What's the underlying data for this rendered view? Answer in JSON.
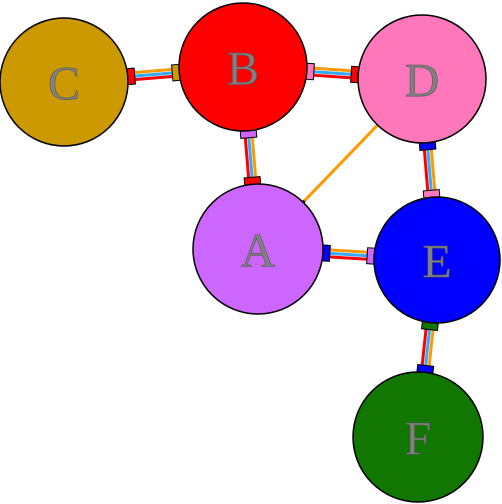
{
  "nodes": [
    {
      "id": "A",
      "label": "A",
      "color": "#cc66ff"
    },
    {
      "id": "B",
      "label": "B",
      "color": "#ff0000"
    },
    {
      "id": "C",
      "label": "C",
      "color": "#cc9900"
    },
    {
      "id": "D",
      "label": "D",
      "color": "#ff77bb"
    },
    {
      "id": "E",
      "label": "E",
      "color": "#0000ff"
    },
    {
      "id": "F",
      "label": "F",
      "color": "#117700"
    }
  ],
  "edges": [
    {
      "from": "C",
      "to": "B",
      "style": "triple",
      "from_tab_color": "#ff0000",
      "to_tab_color": "#cc9900"
    },
    {
      "from": "B",
      "to": "D",
      "style": "triple",
      "from_tab_color": "#ff77bb",
      "to_tab_color": "#ff0000"
    },
    {
      "from": "B",
      "to": "A",
      "style": "triple",
      "from_tab_color": "#cc66ff",
      "to_tab_color": "#ff0000"
    },
    {
      "from": "D",
      "to": "A",
      "style": "single",
      "color": "#ff9900"
    },
    {
      "from": "D",
      "to": "E",
      "style": "triple",
      "from_tab_color": "#0000ff",
      "to_tab_color": "#ff77bb"
    },
    {
      "from": "A",
      "to": "E",
      "style": "triple",
      "from_tab_color": "#0000ff",
      "to_tab_color": "#cc66ff"
    },
    {
      "from": "E",
      "to": "F",
      "style": "triple",
      "from_tab_color": "#117700",
      "to_tab_color": "#0000ff"
    }
  ],
  "stripe_colors": [
    "#ff9900",
    "#33aaff",
    "#ff0000"
  ]
}
